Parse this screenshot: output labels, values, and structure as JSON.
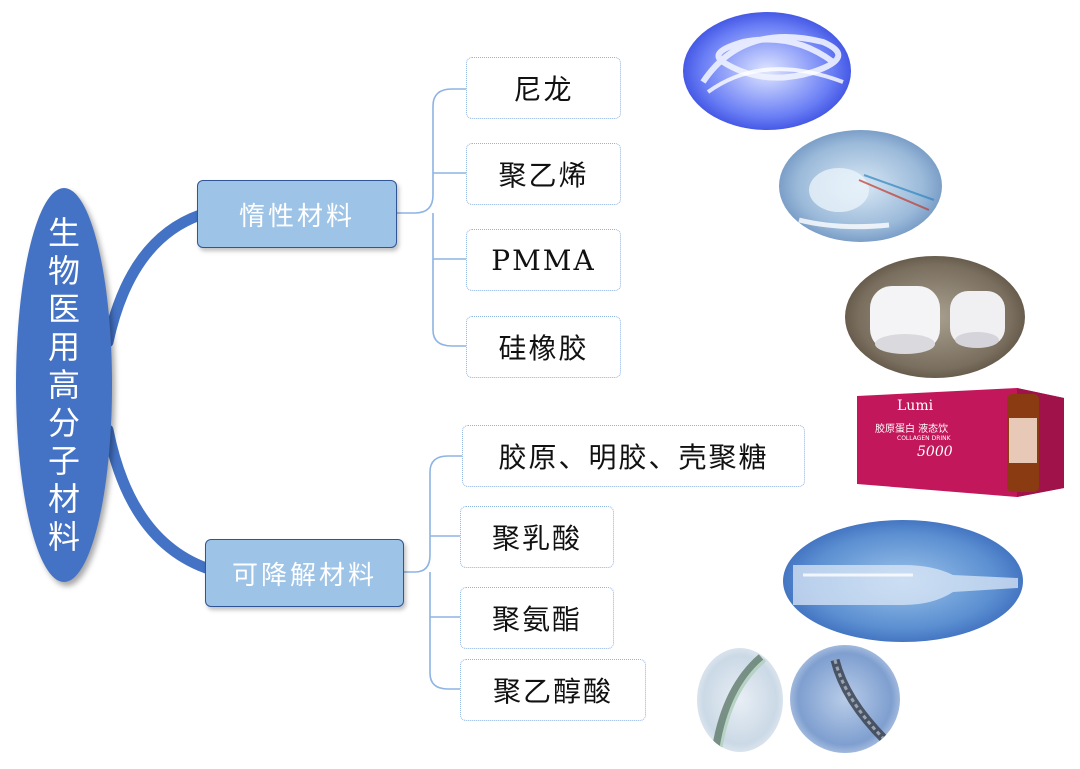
{
  "root": {
    "label": "生物医用高分子材料"
  },
  "categories": [
    {
      "label": "惰性材料",
      "items": [
        "尼龙",
        "聚乙烯",
        "PMMA",
        "硅橡胶"
      ]
    },
    {
      "label": "可降解材料",
      "items": [
        "胶原、明胶、壳聚糖",
        "聚乳酸",
        "聚氨酯",
        "聚乙醇酸"
      ]
    }
  ],
  "images": {
    "nylon_tube": "nylon-tubing-photo",
    "pe_device": "polyethylene-device-photo",
    "pmma_parts": "pmma-parts-photo",
    "collagen_box": {
      "brand": "Lumi",
      "product": "胶原蛋白 液态饮",
      "subtitle": "COLLAGEN DRINK",
      "number": "5000"
    },
    "pla_tube": "polylactic-acid-tube-photo",
    "pga_sutures": "polyglycolic-acid-suture-photo"
  },
  "colors": {
    "root_fill": "#4472c4",
    "category_fill": "#9dc3e6",
    "connector": "#4472c4",
    "bracket": "#8eb4e3",
    "leaf_border": "#8eb4e3",
    "box_pink": "#c2185b"
  }
}
